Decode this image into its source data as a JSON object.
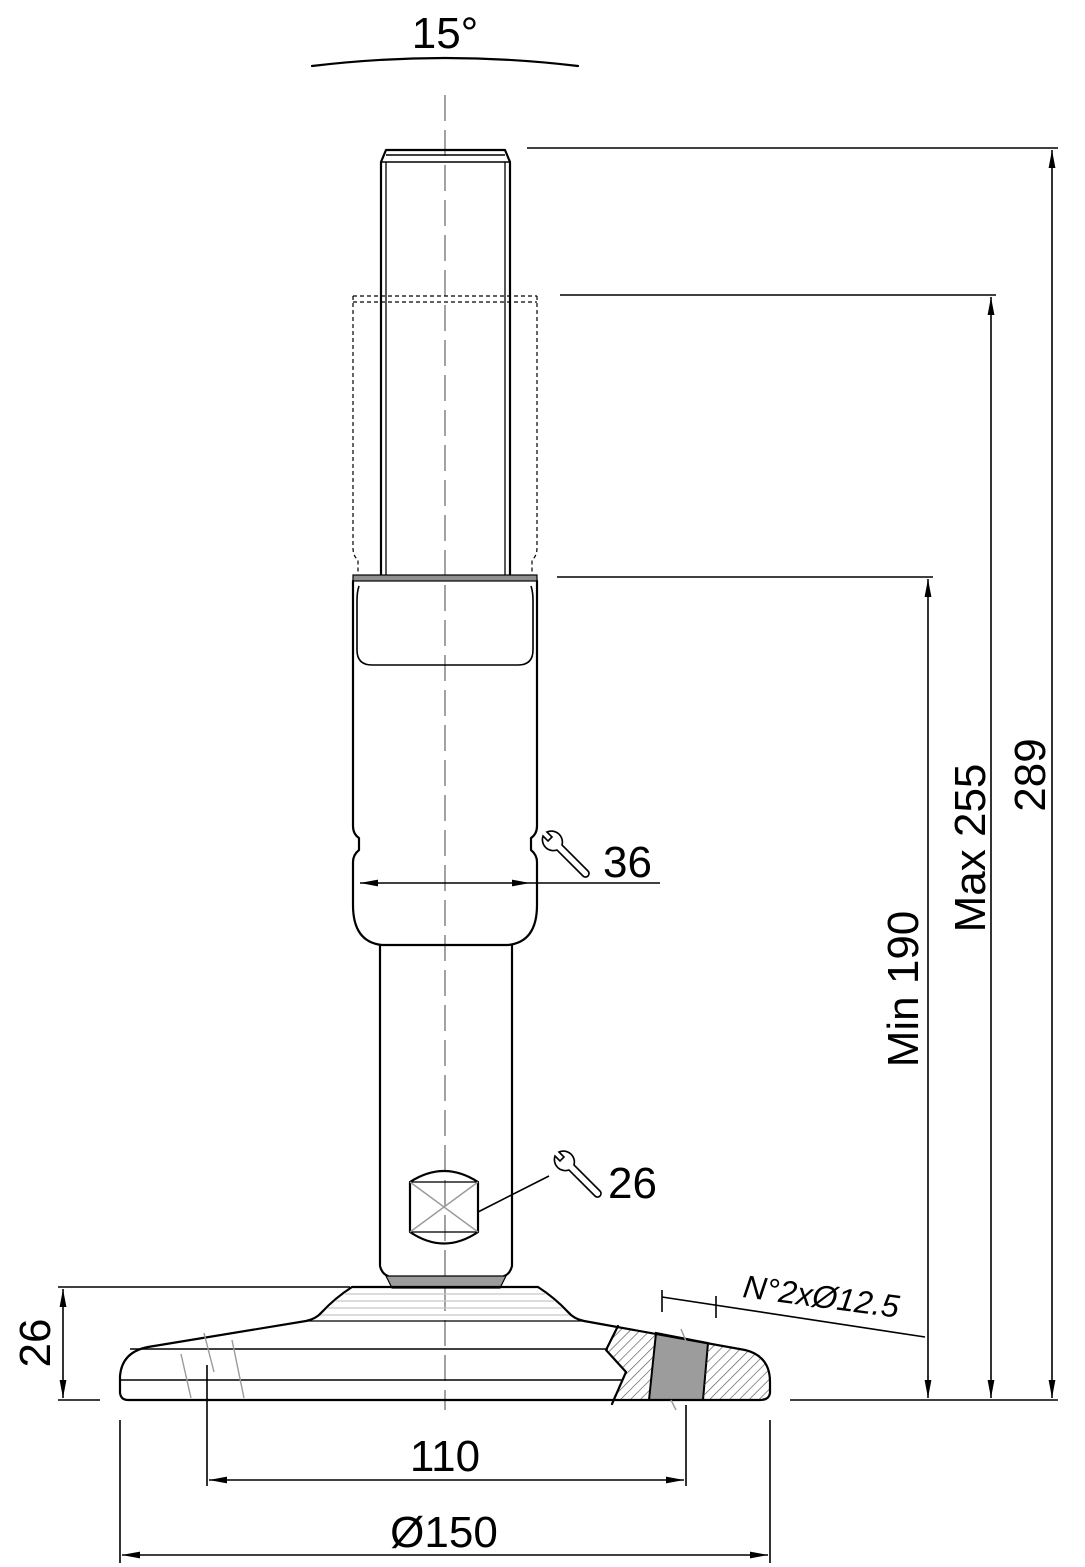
{
  "drawing": {
    "tilt_angle": "15°",
    "wrench_size_body": "36",
    "wrench_size_stud": "26",
    "height_total": "289",
    "height_max": "Max 255",
    "height_min": "Min 190",
    "base_height": "26",
    "hole_spacing": "110",
    "base_diameter": "Ø150",
    "holes_note": "N°2xØ12.5"
  },
  "icons": {
    "body_wrench": "wrench-icon",
    "stud_wrench": "wrench-icon"
  },
  "colors": {
    "line": "#000000",
    "centerline": "#8c8c8c",
    "section_fill": "#9c9c9c"
  }
}
